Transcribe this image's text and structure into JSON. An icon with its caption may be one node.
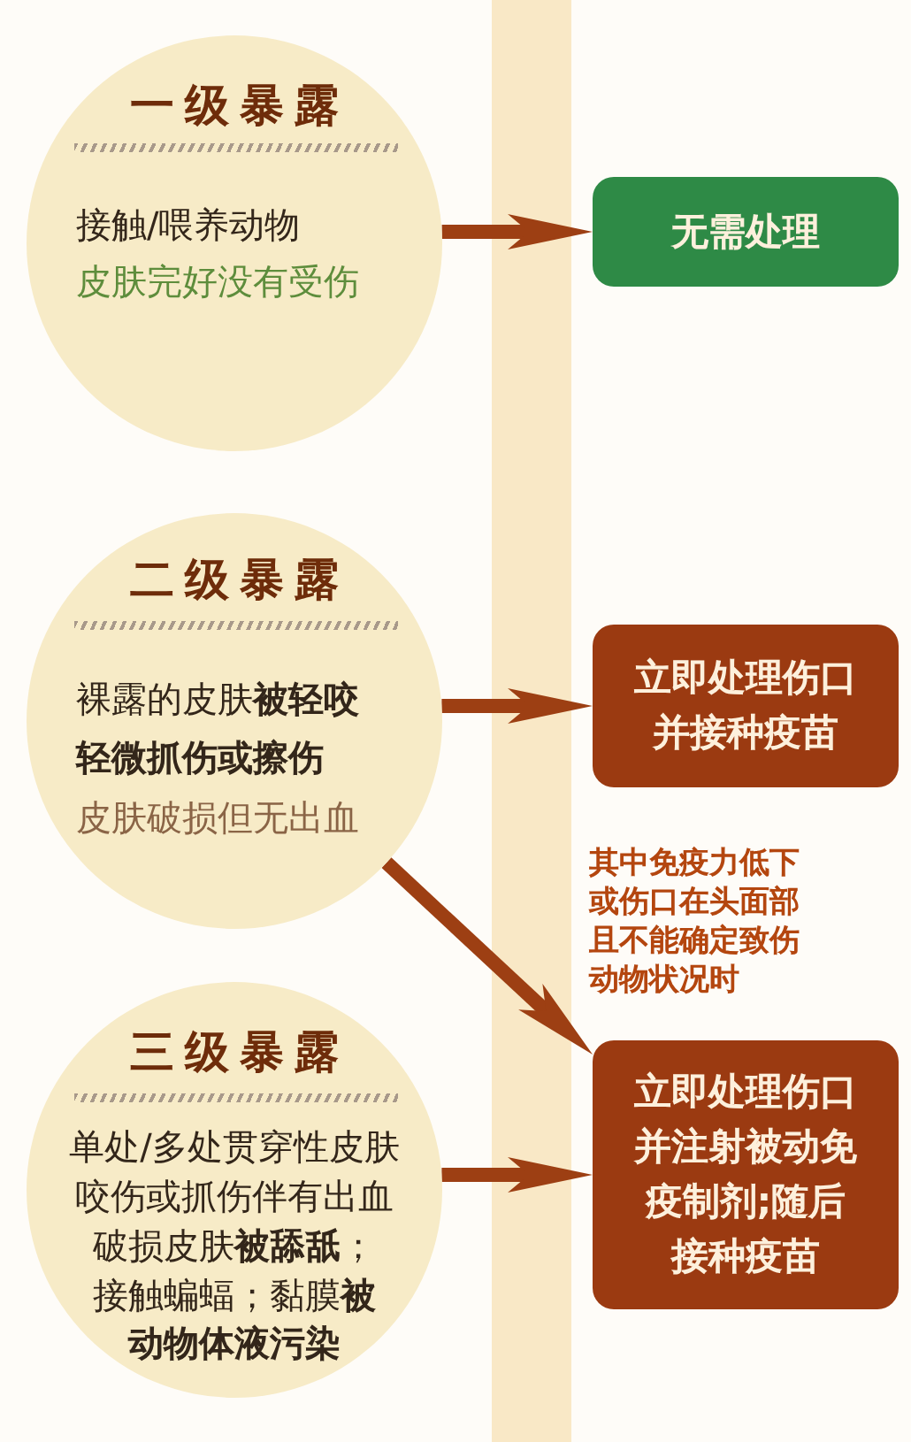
{
  "diagram": {
    "nodes": [
      {
        "text": [
          "一级暴露",
          "接触/喂养动物",
          "皮肤完好没有受伤"
        ]
      },
      {
        "text": [
          "无需处理"
        ]
      },
      {
        "text": [
          "二级暴露",
          "裸露的皮肤**被轻咬**",
          "轻微抓伤或擦伤",
          "皮肤破损但无出血"
        ]
      },
      {
        "text": [
          "立即处理伤口并接种疫苗"
        ]
      },
      {
        "text": [
          "三级暴露",
          "单处/多处贯穿性皮肤",
          "咬伤或抓伤伴有出血",
          "破损皮肤**被舔舐**；",
          "接触蝙蝠；黏膜**被**",
          "动物体液污染"
        ]
      },
      {
        "text": [
          "立即处理伤口并注射被动免疫制剂;随后接种疫苗"
        ]
      }
    ],
    "edges": [
      {
        "from": 0,
        "to": 1,
        "arrow": "to"
      },
      {
        "from": 2,
        "to": 3,
        "arrow": "to"
      },
      {
        "from": 2,
        "to": 5,
        "arrow": "to",
        "label": "其中免疫力低下或伤口在头面部且不能确定致伤动物状况时"
      },
      {
        "from": 4,
        "to": 5,
        "arrow": "to"
      }
    ]
  }
}
